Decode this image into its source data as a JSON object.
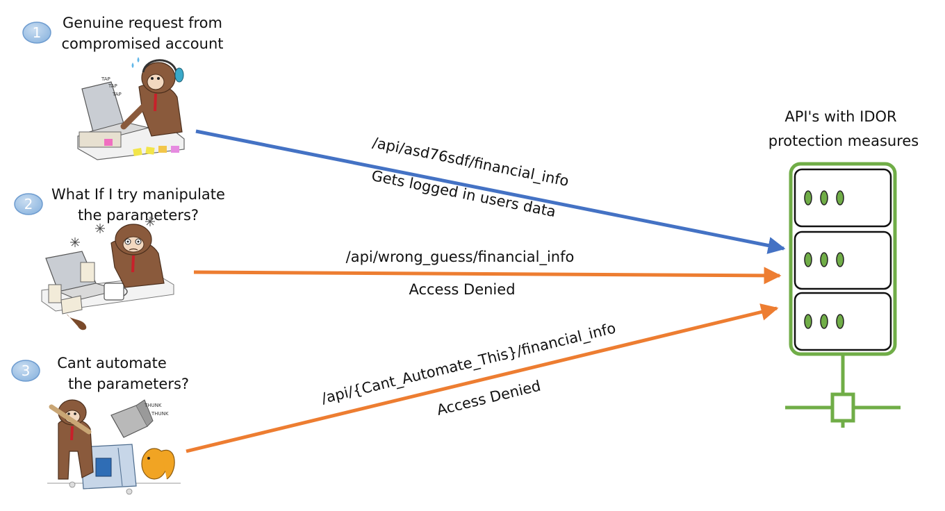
{
  "steps": [
    {
      "number": "1",
      "caption_line1": "Genuine request from",
      "caption_line2": "compromised account",
      "illustration": "monkey-typing-icon",
      "onomatopoeia": [
        "TAP",
        "TAP",
        "TAP"
      ],
      "request_path": "/api/asd76sdf/financial_info",
      "response": "Gets logged in users data",
      "arrow_color": "#4472C4"
    },
    {
      "number": "2",
      "caption_line1": "What If I try manipulate",
      "caption_line2": "the parameters?",
      "illustration": "monkey-confused-icon",
      "request_path": "/api/wrong_guess/financial_info",
      "response": "Access Denied",
      "arrow_color": "#ED7D31"
    },
    {
      "number": "3",
      "caption_line1": "Cant automate",
      "caption_line2": "the parameters?",
      "illustration": "monkey-smashing-icon",
      "onomatopoeia": [
        "THUNK",
        "THUNK"
      ],
      "request_path": "/api/{Cant_Automate_This}/financial_info",
      "response": "Access Denied",
      "arrow_color": "#ED7D31"
    }
  ],
  "server": {
    "title_line1": "API's with IDOR",
    "title_line2": "protection measures",
    "icon": "server-rack-icon",
    "stroke_color": "#70AD47",
    "badge_color": "#9DC3E6"
  }
}
